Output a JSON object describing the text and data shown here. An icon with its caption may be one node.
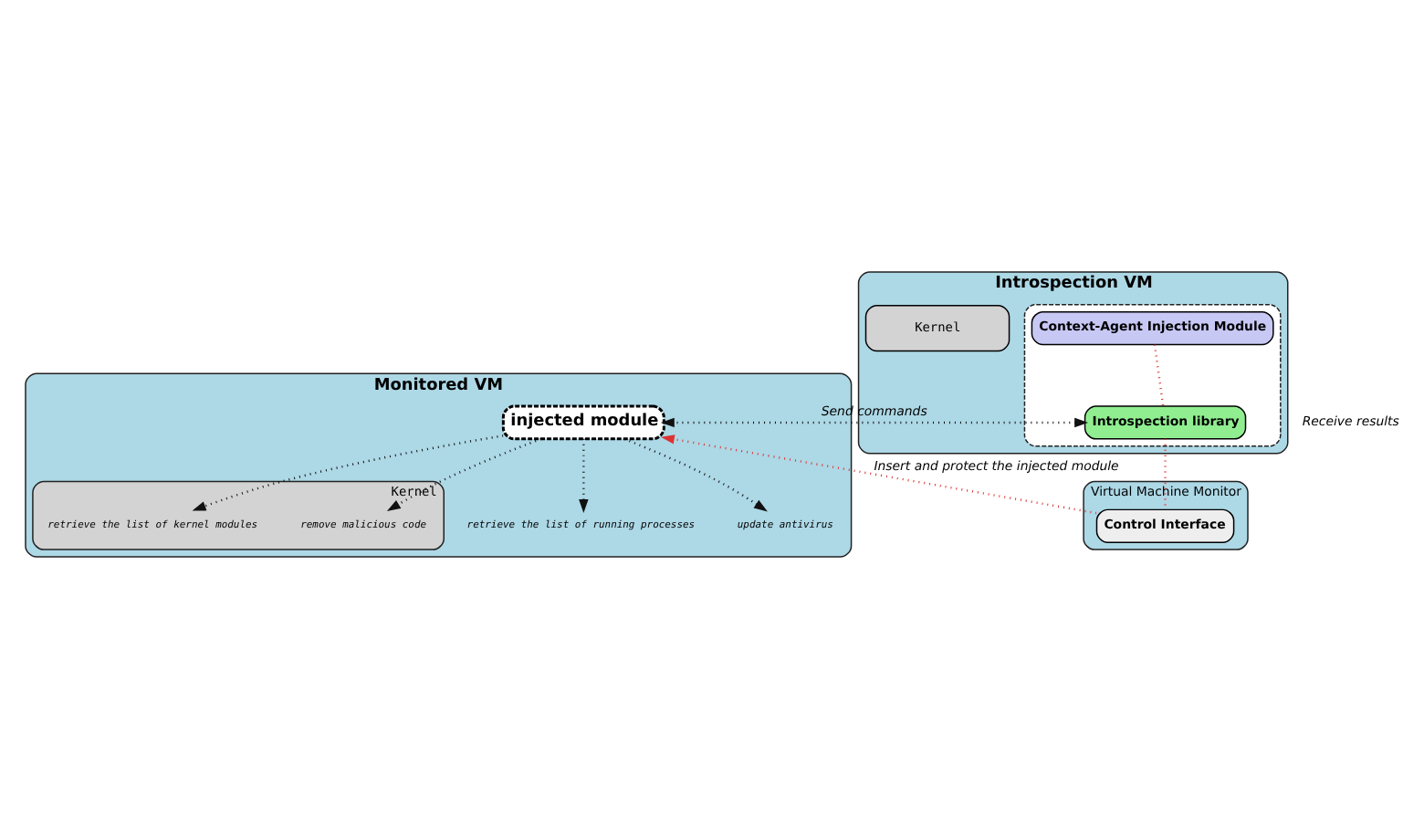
{
  "diagram": {
    "nodes": [
      {
        "text": [
          "Monitored VM"
        ]
      },
      {
        "text": [
          "Kernel"
        ],
        "in": 0
      },
      {
        "text": [
          "injected module"
        ],
        "in": 0
      },
      {
        "text": [
          "retrieve the list of running processes"
        ],
        "in": 0
      },
      {
        "text": [
          "update antivirus"
        ],
        "in": 0
      },
      {
        "text": [
          "retrieve the list of kernel modules"
        ],
        "in": 1
      },
      {
        "text": [
          "remove malicious code"
        ],
        "in": 1
      },
      {
        "text": [
          "Introspection VM"
        ]
      },
      {
        "text": [],
        "shape": "box",
        "in": 7
      },
      {
        "text": [
          "Context-Agent Injection Module"
        ],
        "in": 8
      },
      {
        "text": [
          "Introspection library"
        ],
        "in": 8
      },
      {
        "text": [
          "Kernel"
        ],
        "in": 7
      },
      {
        "text": [
          "Virtual Machine Monitor"
        ]
      },
      {
        "text": [
          "Control Interface"
        ],
        "in": 12
      }
    ],
    "edges": [
      {
        "from": 2,
        "to": 3,
        "arrow": "to",
        "style": "dashed"
      },
      {
        "from": 2,
        "to": 4,
        "arrow": "to",
        "style": "dashed"
      },
      {
        "from": 2,
        "to": 5,
        "arrow": "to",
        "style": "dashed"
      },
      {
        "from": 2,
        "to": 6,
        "arrow": "to",
        "style": "dashed"
      },
      {
        "from": 10,
        "to": 2,
        "arrow": "both",
        "style": "dashed",
        "label": "Send commands"
      },
      {
        "from": 9,
        "to": 10,
        "arrow": "none",
        "style": "dashed",
        "color": "#dd3333"
      },
      {
        "from": 10,
        "to": 13,
        "arrow": "none",
        "style": "dashed",
        "color": "#dd3333"
      },
      {
        "from": 13,
        "to": 2,
        "arrow": "to",
        "style": "dashed",
        "color": "#dd3333",
        "label": "Insert and protect the injected module"
      }
    ],
    "labels": [
      "Receive results"
    ]
  }
}
